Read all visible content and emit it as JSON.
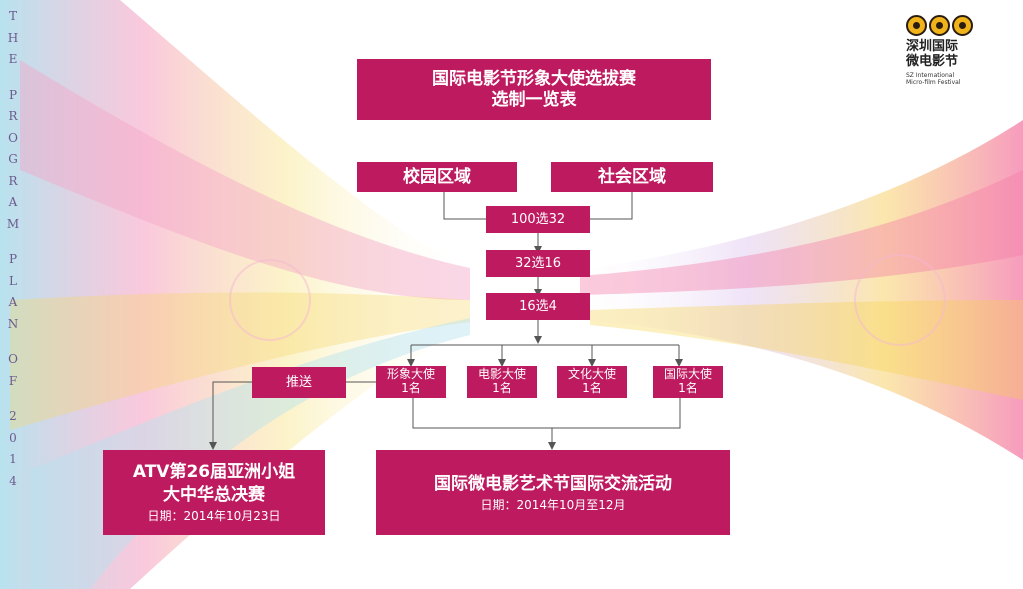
{
  "side_text": [
    "T",
    "H",
    "E",
    "P",
    "R",
    "O",
    "G",
    "R",
    "A",
    "M",
    "P",
    "L",
    "A",
    "N",
    "O",
    "F",
    "2",
    "0",
    "1",
    "4"
  ],
  "logo": {
    "name_line1": "深圳国际",
    "name_line2": "微电影节",
    "en_line1": "SZ International",
    "en_line2": "Micro-film Festival"
  },
  "title": {
    "line1": "国际电影节形象大使选拔赛",
    "line2": "选制一览表"
  },
  "regions": {
    "campus": "校园区域",
    "society": "社会区域"
  },
  "stages": {
    "s1": "100选32",
    "s2": "32选16",
    "s3": "16选4"
  },
  "recommend": "推送",
  "roles": [
    {
      "name": "形象大使",
      "count": "1名"
    },
    {
      "name": "电影大使",
      "count": "1名"
    },
    {
      "name": "文化大使",
      "count": "1名"
    },
    {
      "name": "国际大使",
      "count": "1名"
    }
  ],
  "results": {
    "atv": {
      "line1": "ATV第26届亚洲小姐",
      "line2": "大中华总决赛",
      "date": "日期：2014年10月23日"
    },
    "festival": {
      "line1": "国际微电影艺术节国际交流活动",
      "date": "日期：2014年10月至12月"
    }
  },
  "colors": {
    "accent": "#be1a5f",
    "connector": "#555555"
  }
}
